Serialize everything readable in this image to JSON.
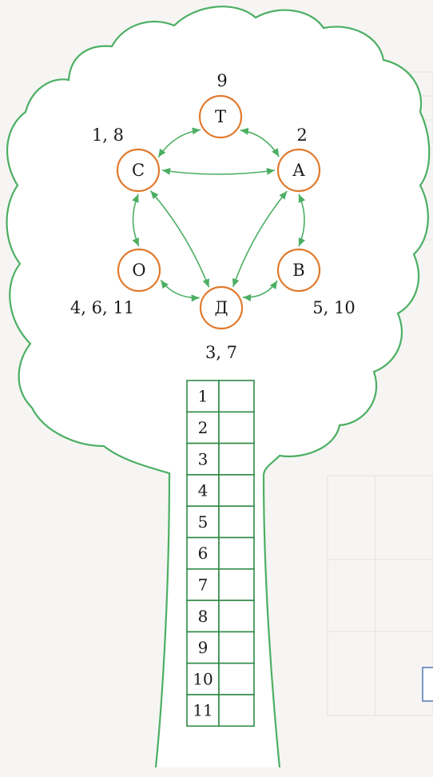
{
  "nodes": [
    {
      "id": "t",
      "letter": "Т",
      "label": "9"
    },
    {
      "id": "a",
      "letter": "А",
      "label": "2"
    },
    {
      "id": "s",
      "letter": "С",
      "label": "1, 8"
    },
    {
      "id": "o",
      "letter": "О",
      "label": "4, 6, 11"
    },
    {
      "id": "v",
      "letter": "В",
      "label": "5, 10"
    },
    {
      "id": "d",
      "letter": "Д",
      "label": "3, 7"
    }
  ],
  "edges": [
    {
      "from": "t",
      "to": "a"
    },
    {
      "from": "t",
      "to": "s"
    },
    {
      "from": "s",
      "to": "a"
    },
    {
      "from": "s",
      "to": "o"
    },
    {
      "from": "s",
      "to": "d"
    },
    {
      "from": "a",
      "to": "d"
    },
    {
      "from": "a",
      "to": "v"
    },
    {
      "from": "o",
      "to": "d"
    },
    {
      "from": "v",
      "to": "d"
    }
  ],
  "table": {
    "rows": [
      "1",
      "2",
      "3",
      "4",
      "5",
      "6",
      "7",
      "8",
      "9",
      "10",
      "11"
    ],
    "answers": [
      "",
      "",
      "",
      "",
      "",
      "",
      "",
      "",
      "",
      "",
      ""
    ]
  },
  "colors": {
    "tree_outline": "#4caf63",
    "node_outline": "#e07a2e",
    "table_border": "#2f8a47",
    "background": "#f6f5f3"
  }
}
